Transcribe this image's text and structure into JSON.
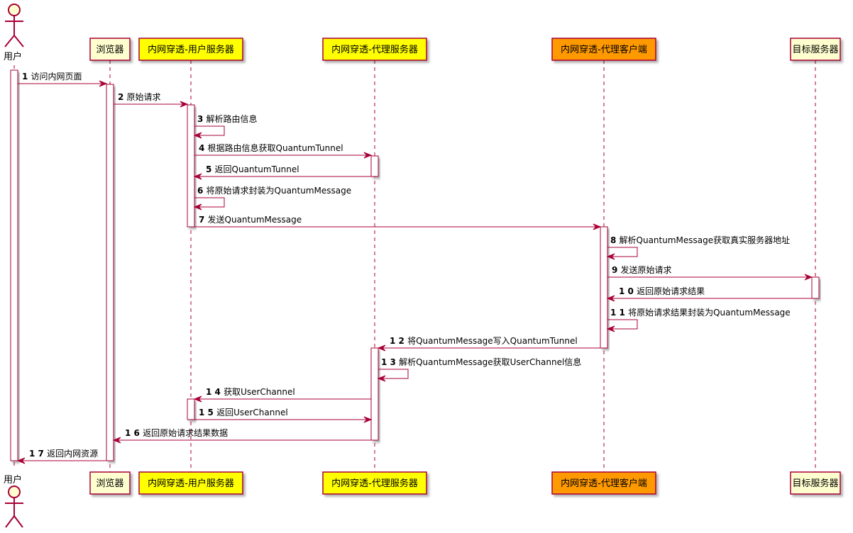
{
  "colors": {
    "line": "#A80036",
    "box_default": "#FEFECE",
    "box_yellow": "#FFFF00",
    "box_orange": "#FF9900",
    "actor_fill": "#FEFECE"
  },
  "participants": [
    {
      "id": "user",
      "type": "actor",
      "label": "用户",
      "fill": "#FEFECE"
    },
    {
      "id": "browser",
      "type": "box",
      "label": "浏览器",
      "fill": "#FEFECE"
    },
    {
      "id": "usvr",
      "type": "box",
      "label": "内网穿透-用户服务器",
      "fill": "#FFFF00"
    },
    {
      "id": "psvr",
      "type": "box",
      "label": "内网穿透-代理服务器",
      "fill": "#FFFF00"
    },
    {
      "id": "pcli",
      "type": "box",
      "label": "内网穿透-代理客户端",
      "fill": "#FF9900"
    },
    {
      "id": "target",
      "type": "box",
      "label": "目标服务器",
      "fill": "#FEFECE"
    }
  ],
  "messages": [
    {
      "num": "1",
      "from": "user",
      "to": "browser",
      "text": "访问内网页面"
    },
    {
      "num": "2",
      "from": "browser",
      "to": "usvr",
      "text": "原始请求"
    },
    {
      "num": "3",
      "from": "usvr",
      "to": "usvr",
      "text": "解析路由信息"
    },
    {
      "num": "4",
      "from": "usvr",
      "to": "psvr",
      "text": "根据路由信息获取QuantumTunnel"
    },
    {
      "num": "5",
      "from": "psvr",
      "to": "usvr",
      "text": "返回QuantumTunnel"
    },
    {
      "num": "6",
      "from": "usvr",
      "to": "usvr",
      "text": "将原始请求封装为QuantumMessage"
    },
    {
      "num": "7",
      "from": "usvr",
      "to": "pcli",
      "text": "发送QuantumMessage"
    },
    {
      "num": "8",
      "from": "pcli",
      "to": "pcli",
      "text": "解析QuantumMessage获取真实服务器地址"
    },
    {
      "num": "9",
      "from": "pcli",
      "to": "target",
      "text": "发送原始请求"
    },
    {
      "num": "1 0",
      "from": "target",
      "to": "pcli",
      "text": "返回原始请求结果"
    },
    {
      "num": "1 1",
      "from": "pcli",
      "to": "pcli",
      "text": "将原始请求结果封装为QuantumMessage"
    },
    {
      "num": "1 2",
      "from": "pcli",
      "to": "psvr",
      "text": "将QuantumMessage写入QuantumTunnel"
    },
    {
      "num": "1 3",
      "from": "psvr",
      "to": "psvr",
      "text": "解析QuantumMessage获取UserChannel信息"
    },
    {
      "num": "1 4",
      "from": "psvr",
      "to": "usvr",
      "text": "获取UserChannel"
    },
    {
      "num": "1 5",
      "from": "usvr",
      "to": "psvr",
      "text": "返回UserChannel"
    },
    {
      "num": "1 6",
      "from": "psvr",
      "to": "browser",
      "text": "返回原始请求结果数据"
    },
    {
      "num": "1 7",
      "from": "browser",
      "to": "user",
      "text": "返回内网资源"
    }
  ]
}
